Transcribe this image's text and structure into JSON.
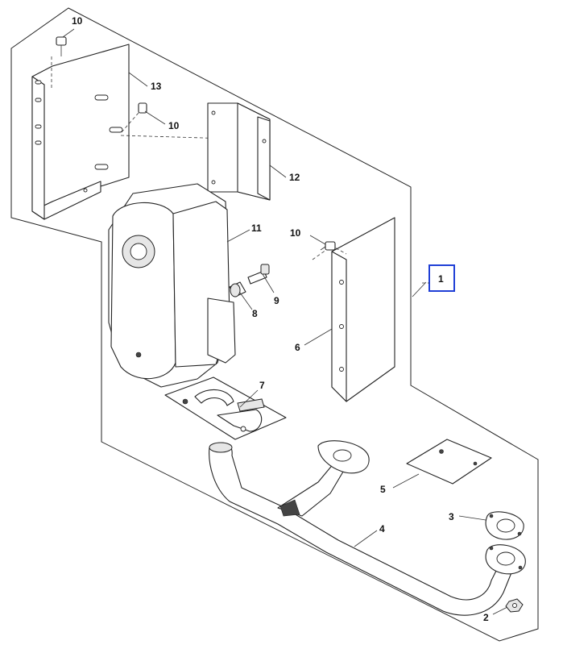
{
  "diagram": {
    "callouts": {
      "c1": "1",
      "c2": "2",
      "c3": "3",
      "c4": "4",
      "c5": "5",
      "c6": "6",
      "c7": "7",
      "c8": "8",
      "c9": "9",
      "c10a": "10",
      "c10b": "10",
      "c10c": "10",
      "c11": "11",
      "c12": "12",
      "c13": "13"
    },
    "highlight_color": "#1f3fd6"
  }
}
